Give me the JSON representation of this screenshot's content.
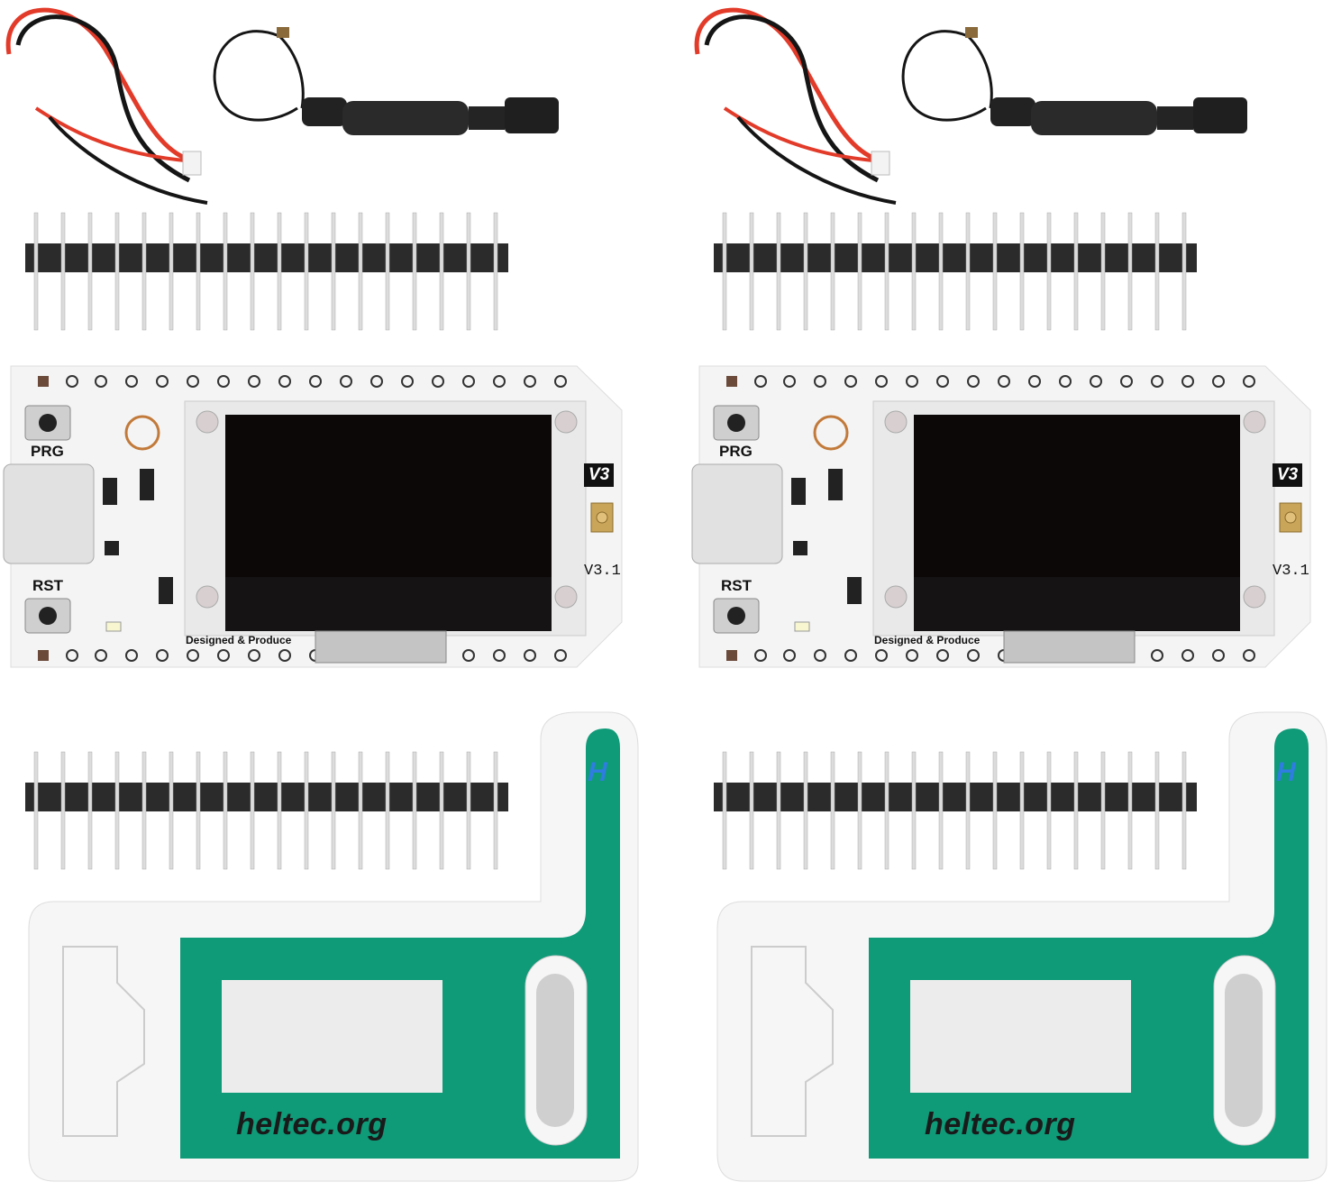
{
  "image": {
    "description": "Product photo: two Heltec WiFi LoRa 32 V3 kits, each with battery cable, antenna, two pin headers, dev board and case shell",
    "kits": [
      {
        "board": {
          "button_top_label": "PRG",
          "button_bottom_label": "RST",
          "version_badge": "V3",
          "version_text": "V3.1",
          "silkscreen_text": "Designed & Produce"
        },
        "case": {
          "brand_text": "heltec.org",
          "logo_glyph": "H"
        }
      },
      {
        "board": {
          "button_top_label": "PRG",
          "button_bottom_label": "RST",
          "version_badge": "V3",
          "version_text": "V3.1",
          "silkscreen_text": "Designed & Produce"
        },
        "case": {
          "brand_text": "heltec.org",
          "logo_glyph": "H"
        }
      }
    ],
    "colors": {
      "pcb": "#f4f4f4",
      "oled": "#0c0808",
      "case_green": "#0f9a78",
      "case_white": "#f6f6f6",
      "wire_red": "#e23b2a",
      "wire_black": "#151515",
      "logo_blue": "#2f7de0"
    }
  }
}
